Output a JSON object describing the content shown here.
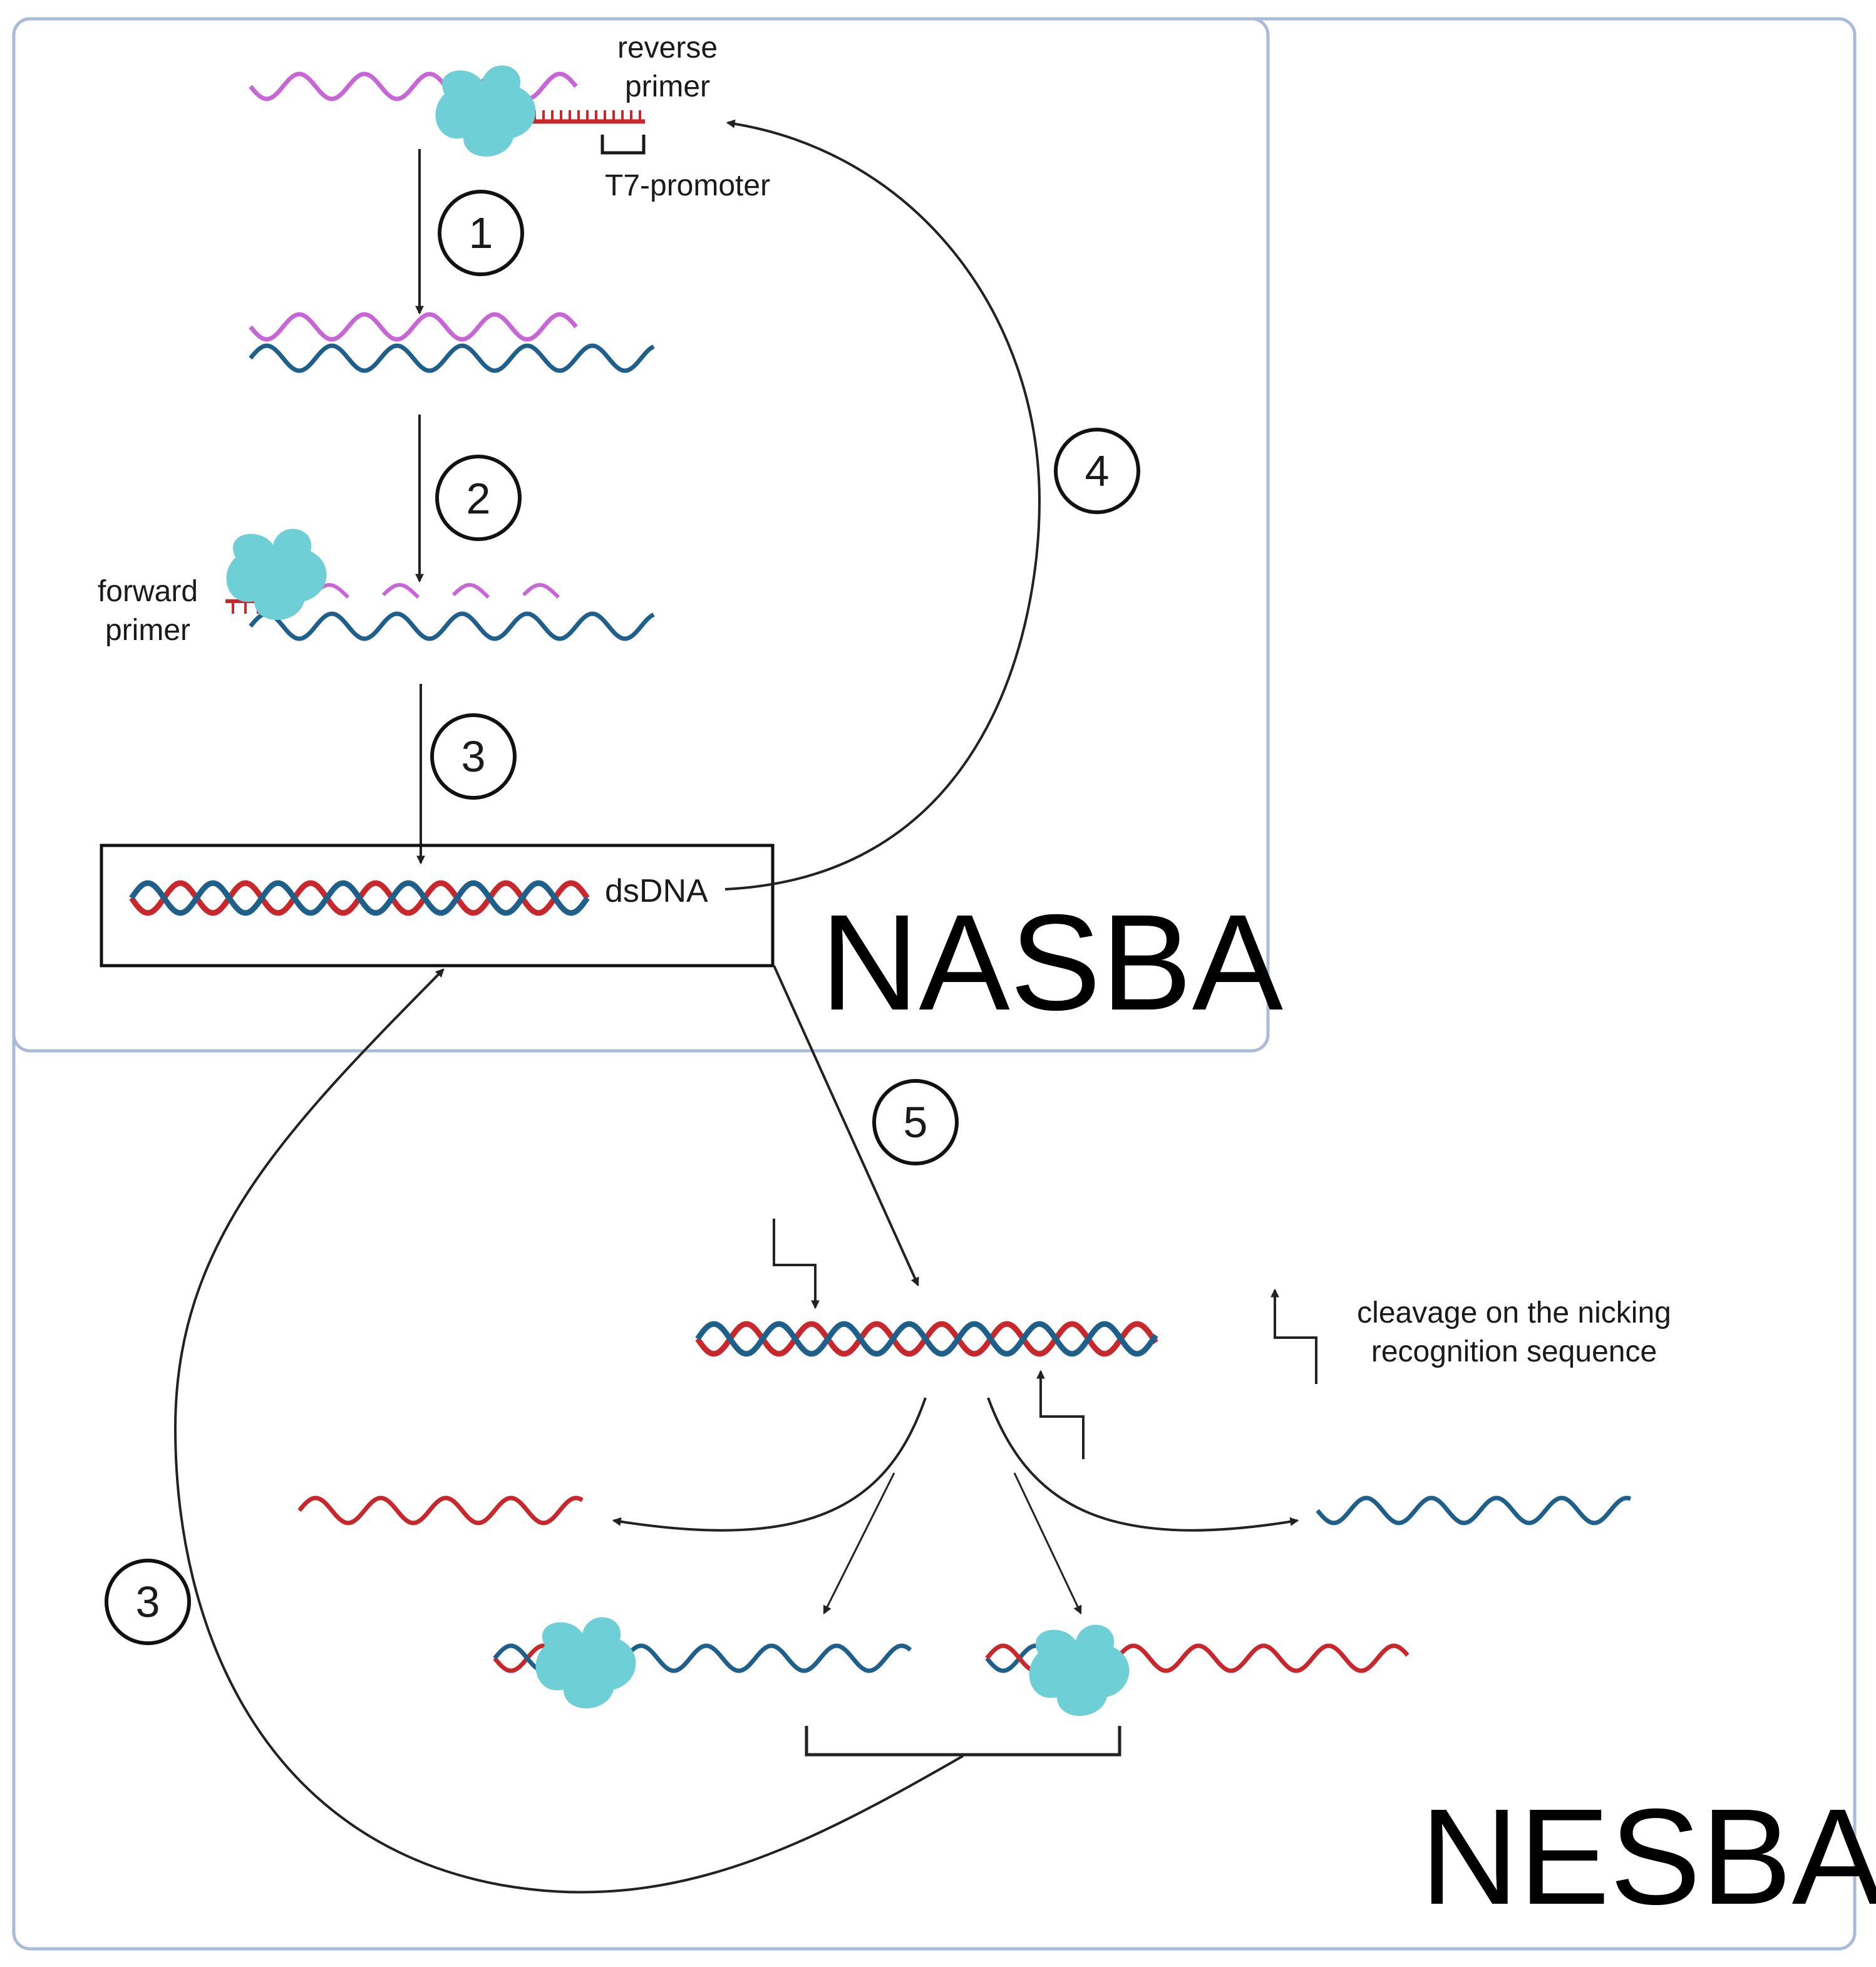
{
  "labels": {
    "reverse_primer_line1": "reverse",
    "reverse_primer_line2": "primer",
    "t7_promoter": "T7-promoter",
    "forward_primer_line1": "forward",
    "forward_primer_line2": "primer",
    "dsdna": "dsDNA",
    "nicking_line1": "cleavage on the nicking",
    "nicking_line2": "recognition sequence"
  },
  "section_titles": {
    "nasba": "NASBA",
    "nesba": "NESBA"
  },
  "steps": [
    "1",
    "2",
    "3",
    "4",
    "3",
    "5"
  ],
  "colors": {
    "rna": "#c766d6",
    "dna_blue": "#1f5f8b",
    "dna_red": "#c8282c",
    "enzyme": "#6fcfd6",
    "frame": "#aabbd8",
    "arrow": "#222222"
  },
  "icons": [
    "polymerase-enzyme-icon",
    "nick-cleavage-icon"
  ]
}
